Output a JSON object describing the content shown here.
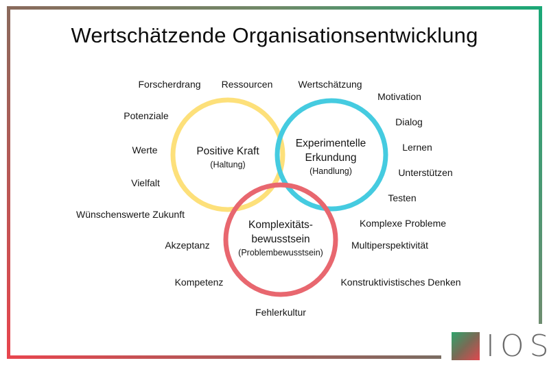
{
  "title": "Wertschätzende Organisationsentwicklung",
  "colors": {
    "circle_positive": "#fde07a",
    "circle_experimental": "#45cbe0",
    "circle_complexity": "#e8676f",
    "frame_green": "#1aa877",
    "frame_red": "#e8454e",
    "frame_gray": "#7b7066"
  },
  "circles": {
    "positive": {
      "title": "Positive Kraft",
      "subtitle": "(Haltung)"
    },
    "experimental": {
      "title_line1": "Experimentelle",
      "title_line2": "Erkundung",
      "subtitle": "(Handlung)"
    },
    "complexity": {
      "title_line1": "Komplexitäts-",
      "title_line2": "bewusstsein",
      "subtitle": "(Problembewusstsein)"
    }
  },
  "words": {
    "forscherdrang": "Forscherdrang",
    "ressourcen": "Ressourcen",
    "wertschaetzung": "Wertschätzung",
    "motivation": "Motivation",
    "potenziale": "Potenziale",
    "dialog": "Dialog",
    "werte": "Werte",
    "lernen": "Lernen",
    "unterstuetzen": "Unterstützen",
    "vielfalt": "Vielfalt",
    "testen": "Testen",
    "wuenschenswerte_zukunft": "Wünschenswerte Zukunft",
    "komplexe_probleme": "Komplexe Probleme",
    "akzeptanz": "Akzeptanz",
    "multiperspektivitaet": "Multiperspektivität",
    "kompetenz": "Kompetenz",
    "konstruktivistisches_denken": "Konstruktivistisches Denken",
    "fehlerkultur": "Fehlerkultur"
  },
  "logo": {
    "text": "IOS",
    "icon": "gradient-square-logo"
  }
}
